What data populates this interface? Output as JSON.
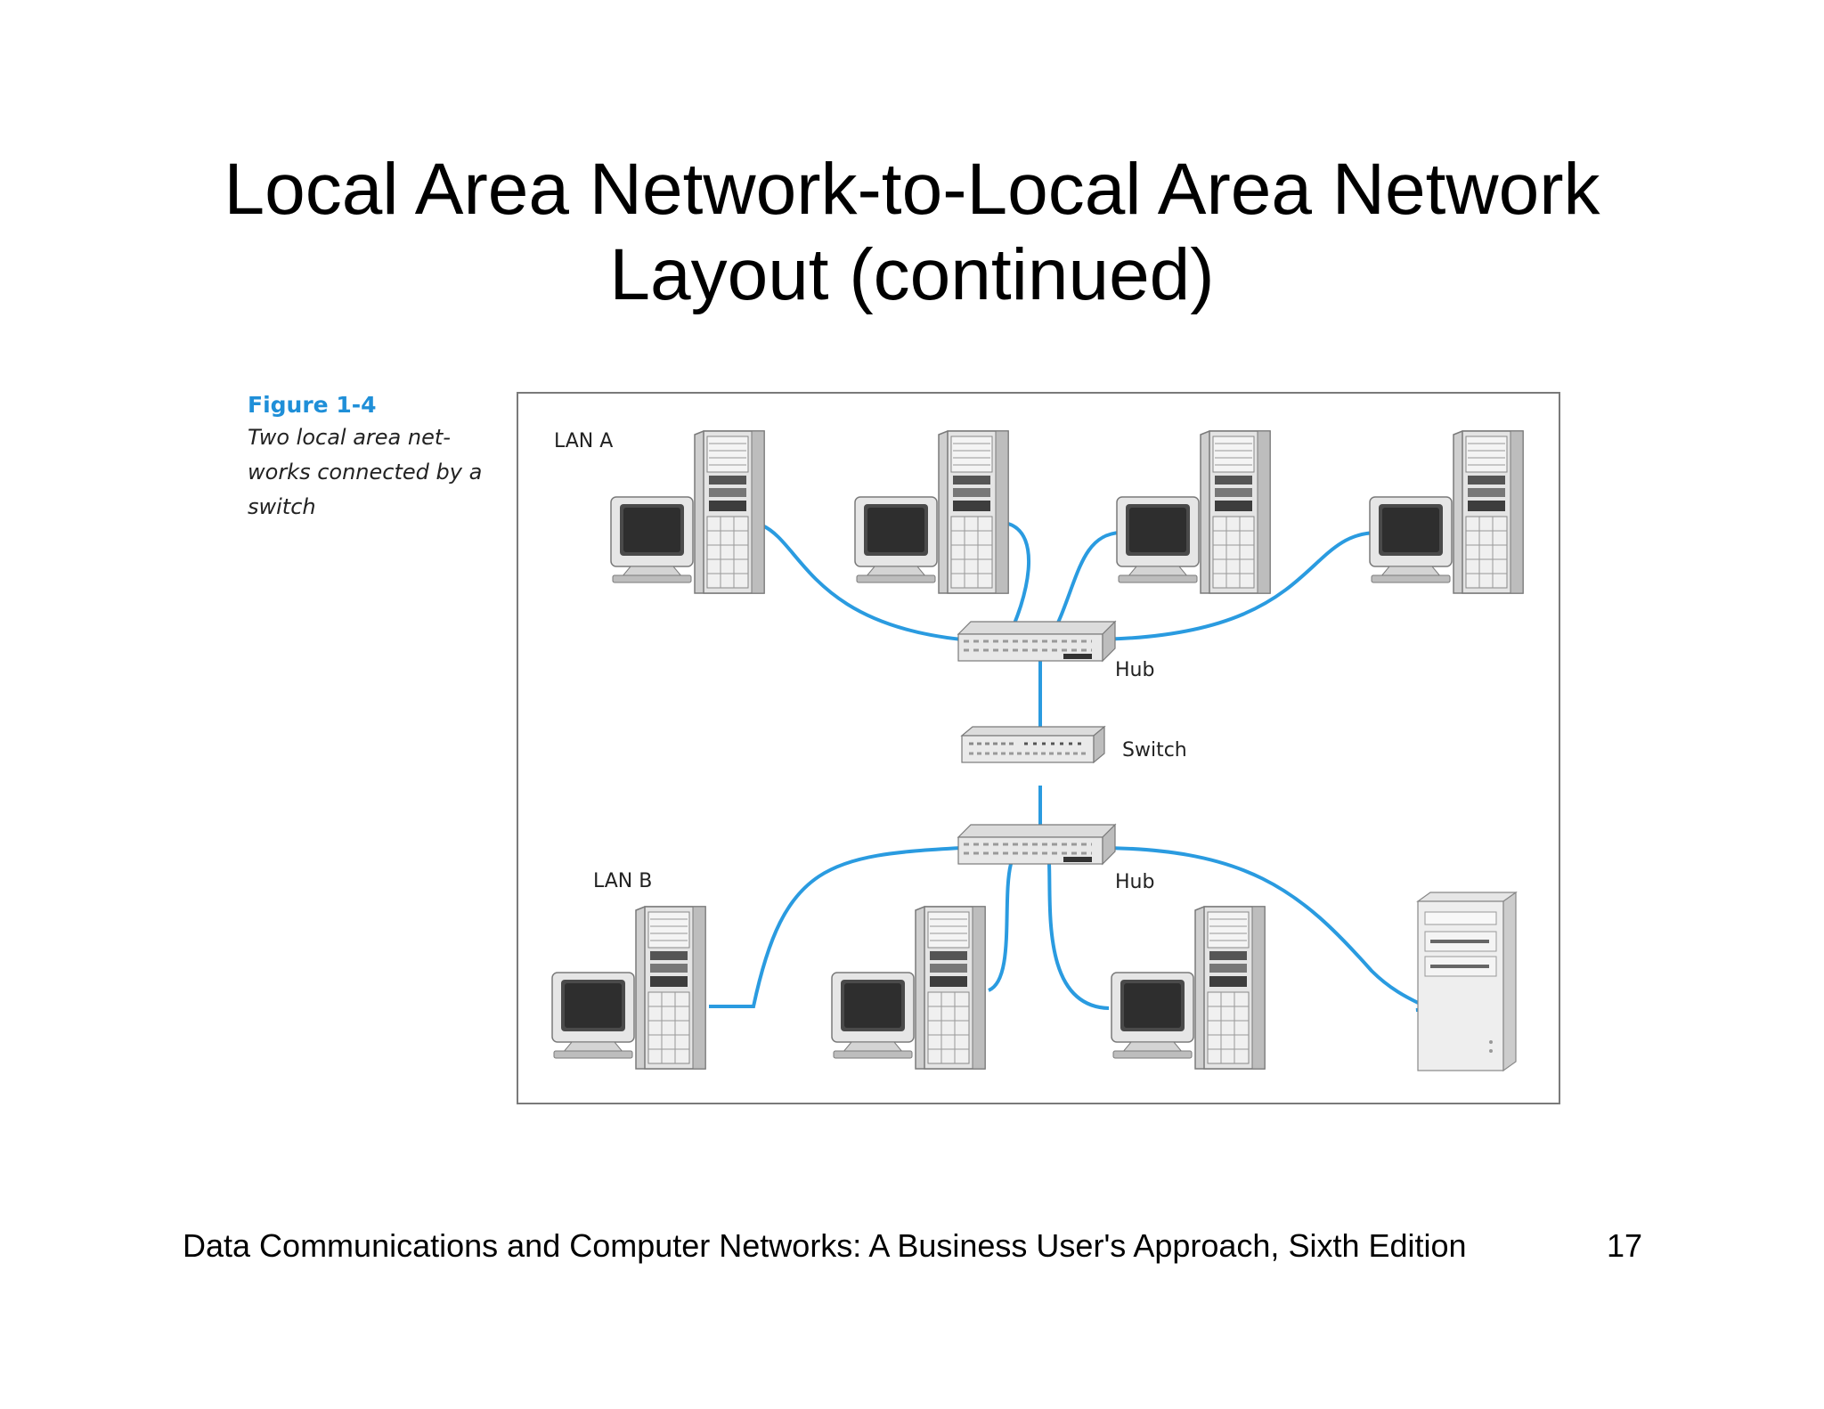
{
  "slide": {
    "title_line1": "Local Area Network-to-Local Area Network",
    "title_line2": "Layout (continued)"
  },
  "figure": {
    "label": "Figure 1-4",
    "caption_lines": [
      "Two local area net-",
      "works connected by a",
      "switch"
    ],
    "lan_a_label": "LAN A",
    "lan_b_label": "LAN B",
    "hub_top_label": "Hub",
    "switch_label": "Switch",
    "hub_bottom_label": "Hub",
    "cable_color": "#2a9be0"
  },
  "footer": {
    "text": "Data Communications and Computer Networks: A Business User's Approach, Sixth Edition",
    "page": "17"
  }
}
